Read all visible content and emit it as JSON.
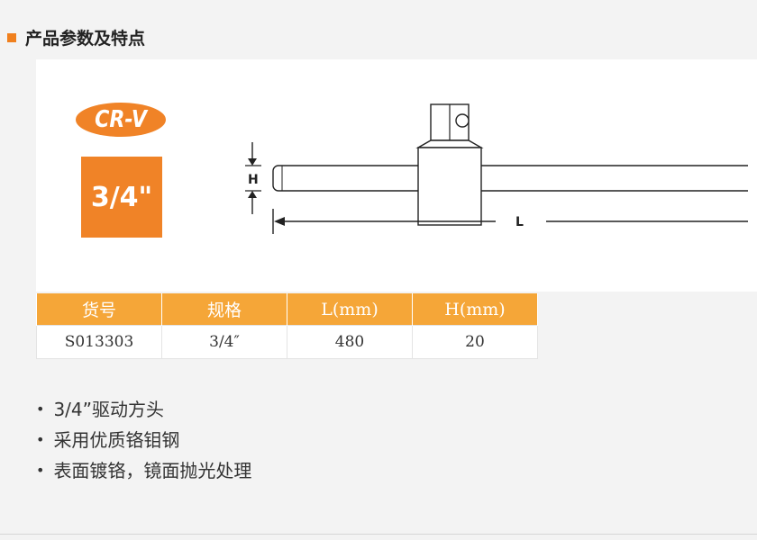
{
  "section": {
    "title": "产品参数及特点"
  },
  "diagram": {
    "badge_text": "CR-V",
    "size_label": "3/4\"",
    "h_label": "H",
    "l_label": "L"
  },
  "colors": {
    "accent": "#f08327",
    "table_header": "#f5a638"
  },
  "table": {
    "headers": [
      "货号",
      "规格",
      "L(mm)",
      "H(mm)"
    ],
    "rows": [
      [
        "S013303",
        "3/4″",
        "480",
        "20"
      ]
    ]
  },
  "features": [
    "3/4”驱动方头",
    "采用优质铬钼钢",
    "表面镀铬，镜面抛光处理"
  ]
}
